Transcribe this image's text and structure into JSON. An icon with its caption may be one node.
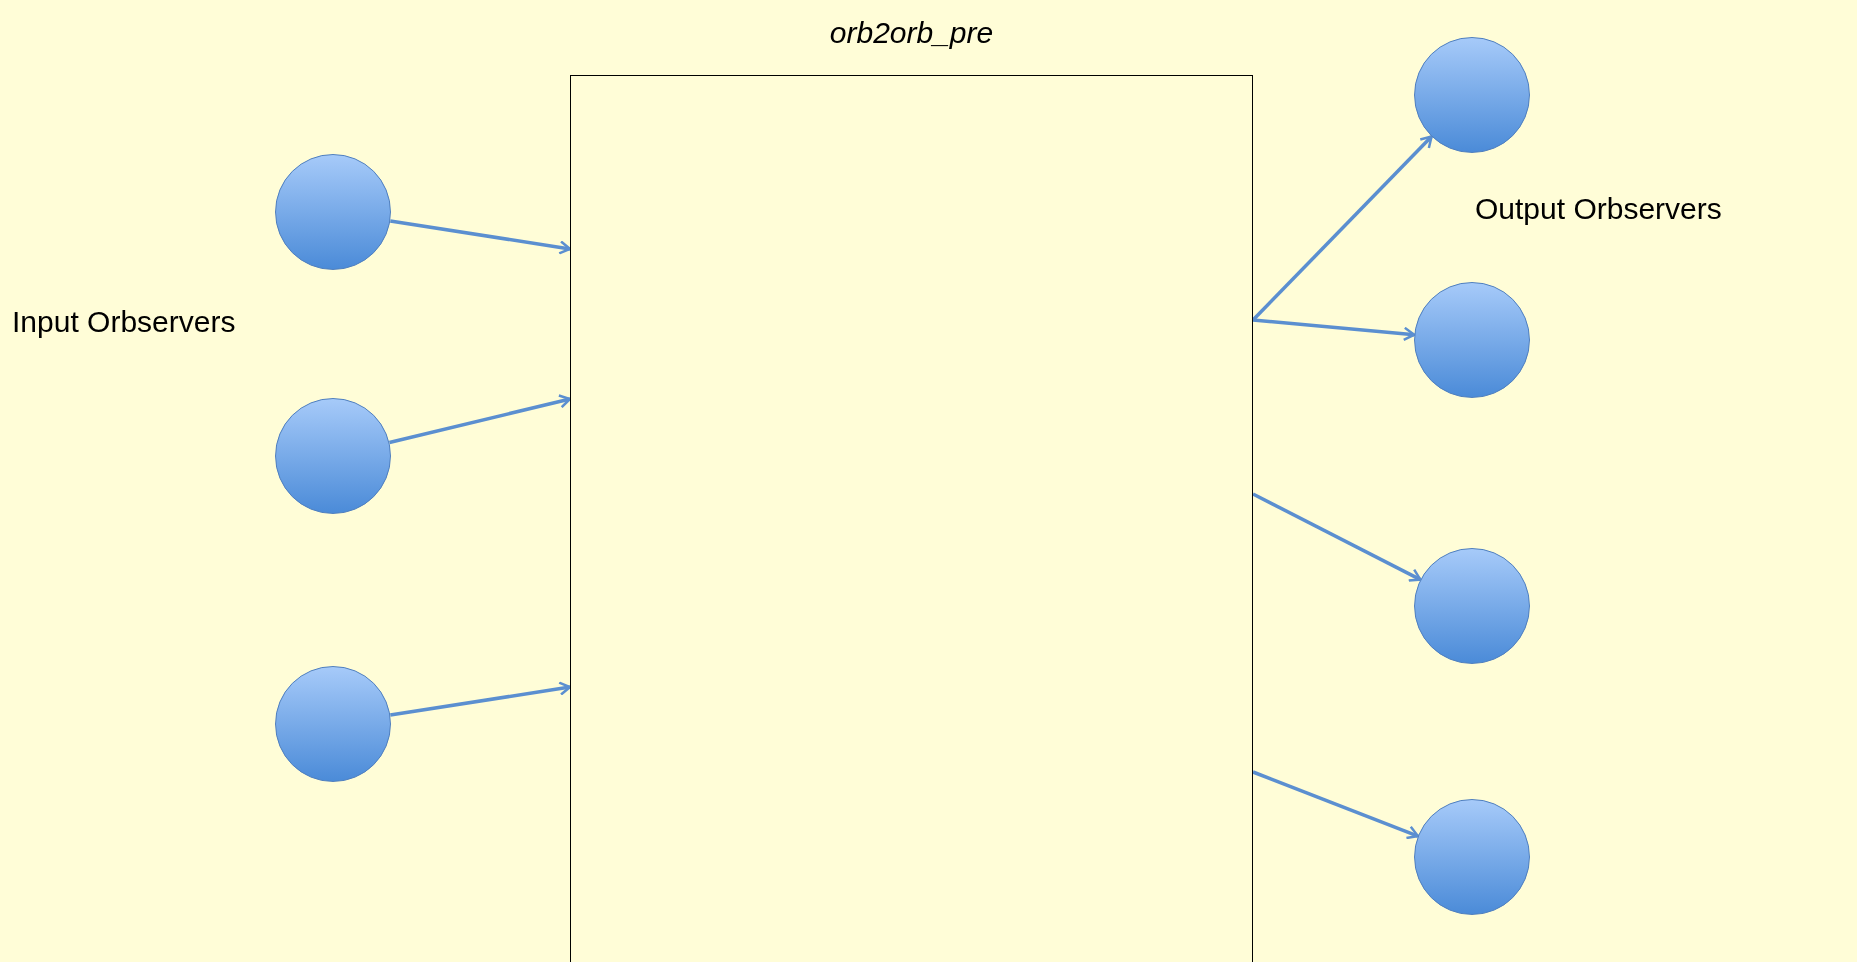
{
  "diagram": {
    "nodes": [
      {
        "text": [
          "orb2orb_pre"
        ]
      },
      {
        "text": [],
        "shape": "circle"
      },
      {
        "text": [],
        "shape": "circle"
      },
      {
        "text": [],
        "shape": "circle"
      },
      {
        "text": [],
        "shape": "circle"
      },
      {
        "text": [],
        "shape": "circle"
      },
      {
        "text": [],
        "shape": "circle"
      },
      {
        "text": [],
        "shape": "circle"
      }
    ],
    "edges": [
      {
        "from": 1,
        "to": 0,
        "arrow": "to"
      },
      {
        "from": 2,
        "to": 0,
        "arrow": "to"
      },
      {
        "from": 3,
        "to": 0,
        "arrow": "to"
      },
      {
        "from": 0,
        "to": 4,
        "arrow": "to"
      },
      {
        "from": 0,
        "to": 5,
        "arrow": "to"
      },
      {
        "from": 0,
        "to": 6,
        "arrow": "to"
      },
      {
        "from": 0,
        "to": 7,
        "arrow": "to"
      }
    ],
    "labels": [
      "Input Orbservers",
      "Output Orbservers"
    ]
  }
}
